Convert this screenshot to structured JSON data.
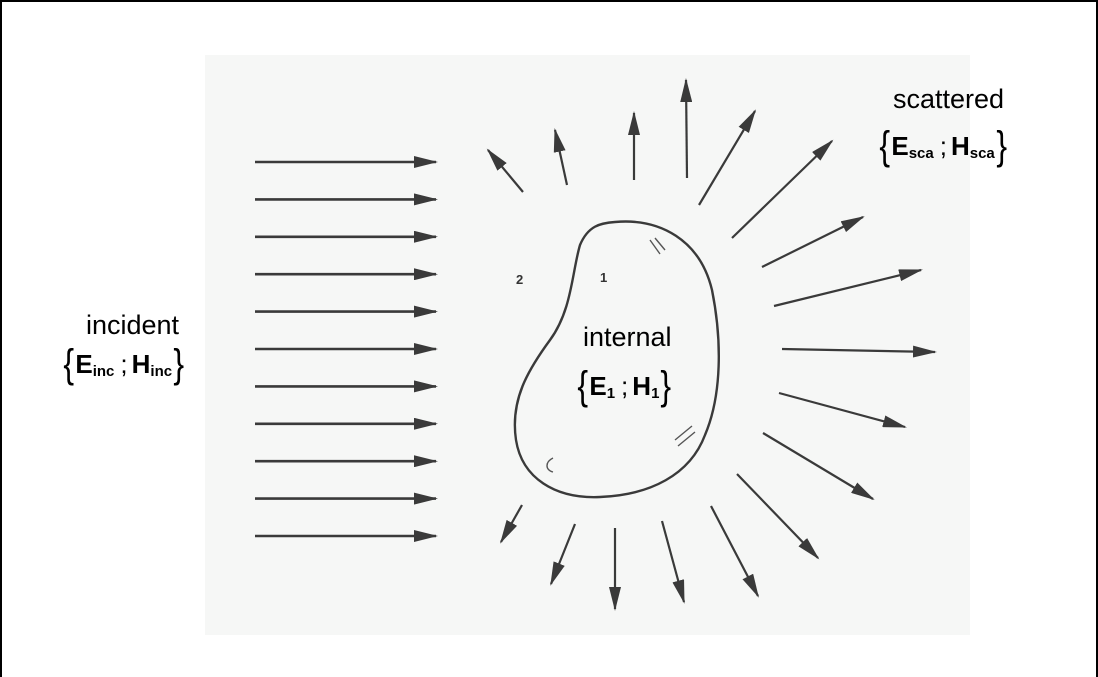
{
  "regions": {
    "outer_mark": "2",
    "inner_mark": "1"
  },
  "incident": {
    "label": "incident",
    "e_symbol": "E",
    "e_sub": "inc",
    "semicolon": ";",
    "h_symbol": "H",
    "h_sub": "inc"
  },
  "internal": {
    "label": "internal",
    "e_symbol": "E",
    "e_sub": "1",
    "semicolon": ";",
    "h_symbol": "H",
    "h_sub": "1"
  },
  "scattered": {
    "label": "scattered",
    "e_symbol": "E",
    "e_sub": "sca",
    "semicolon": ";",
    "h_symbol": "H",
    "h_sub": "sca"
  },
  "colors": {
    "background": "#ffffff",
    "figure_paper": "#f6f7f6",
    "ink": "#3a3a3a"
  }
}
